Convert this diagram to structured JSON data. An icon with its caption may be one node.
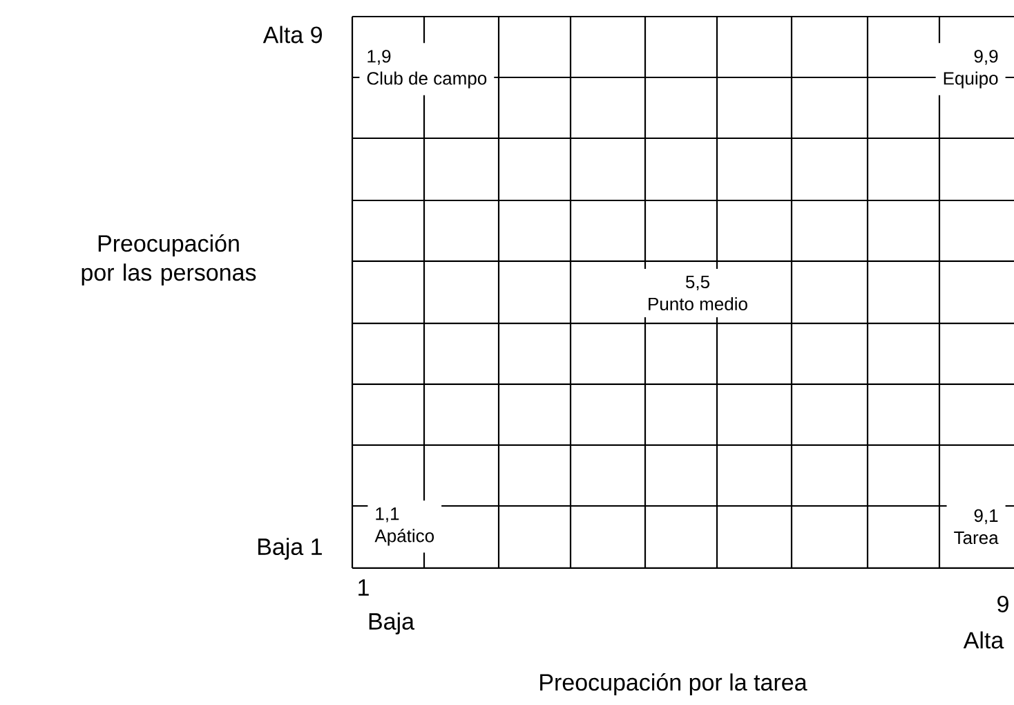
{
  "diagram": {
    "nodes": [
      {
        "text": [
          "1,9",
          "Club de campo"
        ]
      },
      {
        "text": [
          "9,9",
          "Equipo"
        ]
      },
      {
        "text": [
          "5,5",
          "Punto medio"
        ]
      },
      {
        "text": [
          "1,1",
          "Apático"
        ]
      },
      {
        "text": [
          "9,1",
          "Tarea"
        ]
      }
    ],
    "labels": [
      "Alta 9",
      "Preocupación por las personas",
      "Baja 1",
      "1",
      "Baja",
      "9",
      "Alta",
      "Preocupación por la tarea"
    ]
  }
}
